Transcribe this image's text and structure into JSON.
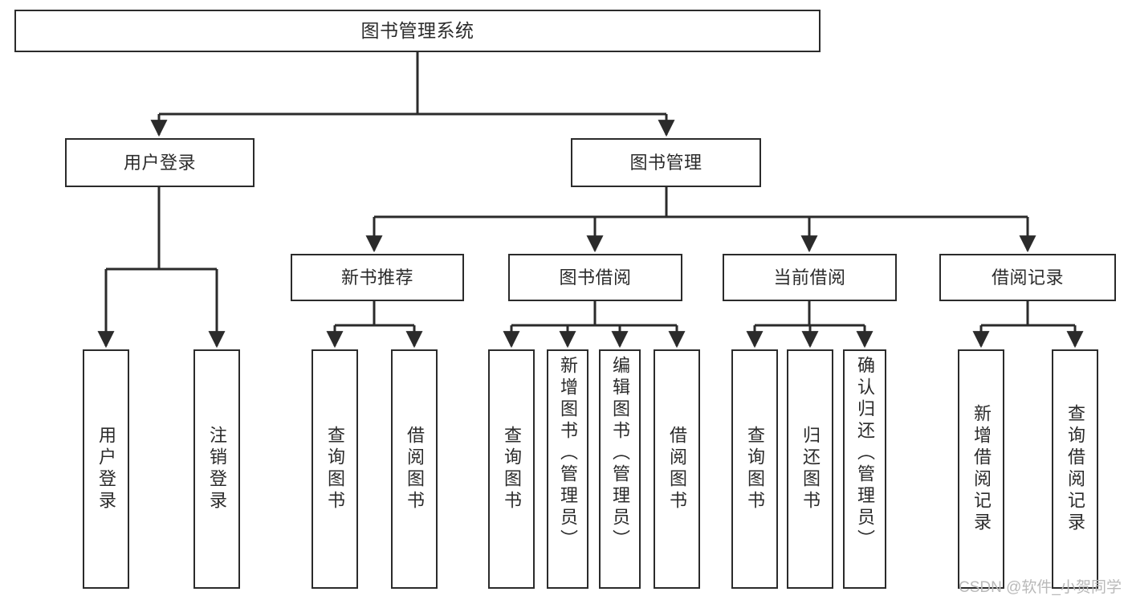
{
  "diagram": {
    "title": "图书管理系统",
    "type": "tree",
    "orientation": "top-down",
    "line_color": "#2b2b2b",
    "box_fill": "#ffffff",
    "text_color": "#2b2b2b",
    "watermark": "CSDN @软件_小贺同学"
  },
  "nodes": {
    "root": {
      "label": "图书管理系统"
    },
    "level2": [
      {
        "label": "用户登录"
      },
      {
        "label": "图书管理"
      }
    ],
    "level3": [
      {
        "label": "新书推荐"
      },
      {
        "label": "图书借阅"
      },
      {
        "label": "当前借阅"
      },
      {
        "label": "借阅记录"
      }
    ],
    "leaves": {
      "user_login": [
        {
          "label": "用户登录"
        },
        {
          "label": "注销登录"
        }
      ],
      "new_book_rec": [
        {
          "label": "查询图书"
        },
        {
          "label": "借阅图书"
        }
      ],
      "book_borrow": [
        {
          "label": "查询图书"
        },
        {
          "label": "新增图书（管理员）"
        },
        {
          "label": "编辑图书（管理员）"
        },
        {
          "label": "借阅图书"
        }
      ],
      "current_borrow": [
        {
          "label": "查询图书"
        },
        {
          "label": "归还图书"
        },
        {
          "label": "确认归还（管理员）"
        }
      ],
      "borrow_record": [
        {
          "label": "新增借阅记录"
        },
        {
          "label": "查询借阅记录"
        }
      ]
    }
  }
}
